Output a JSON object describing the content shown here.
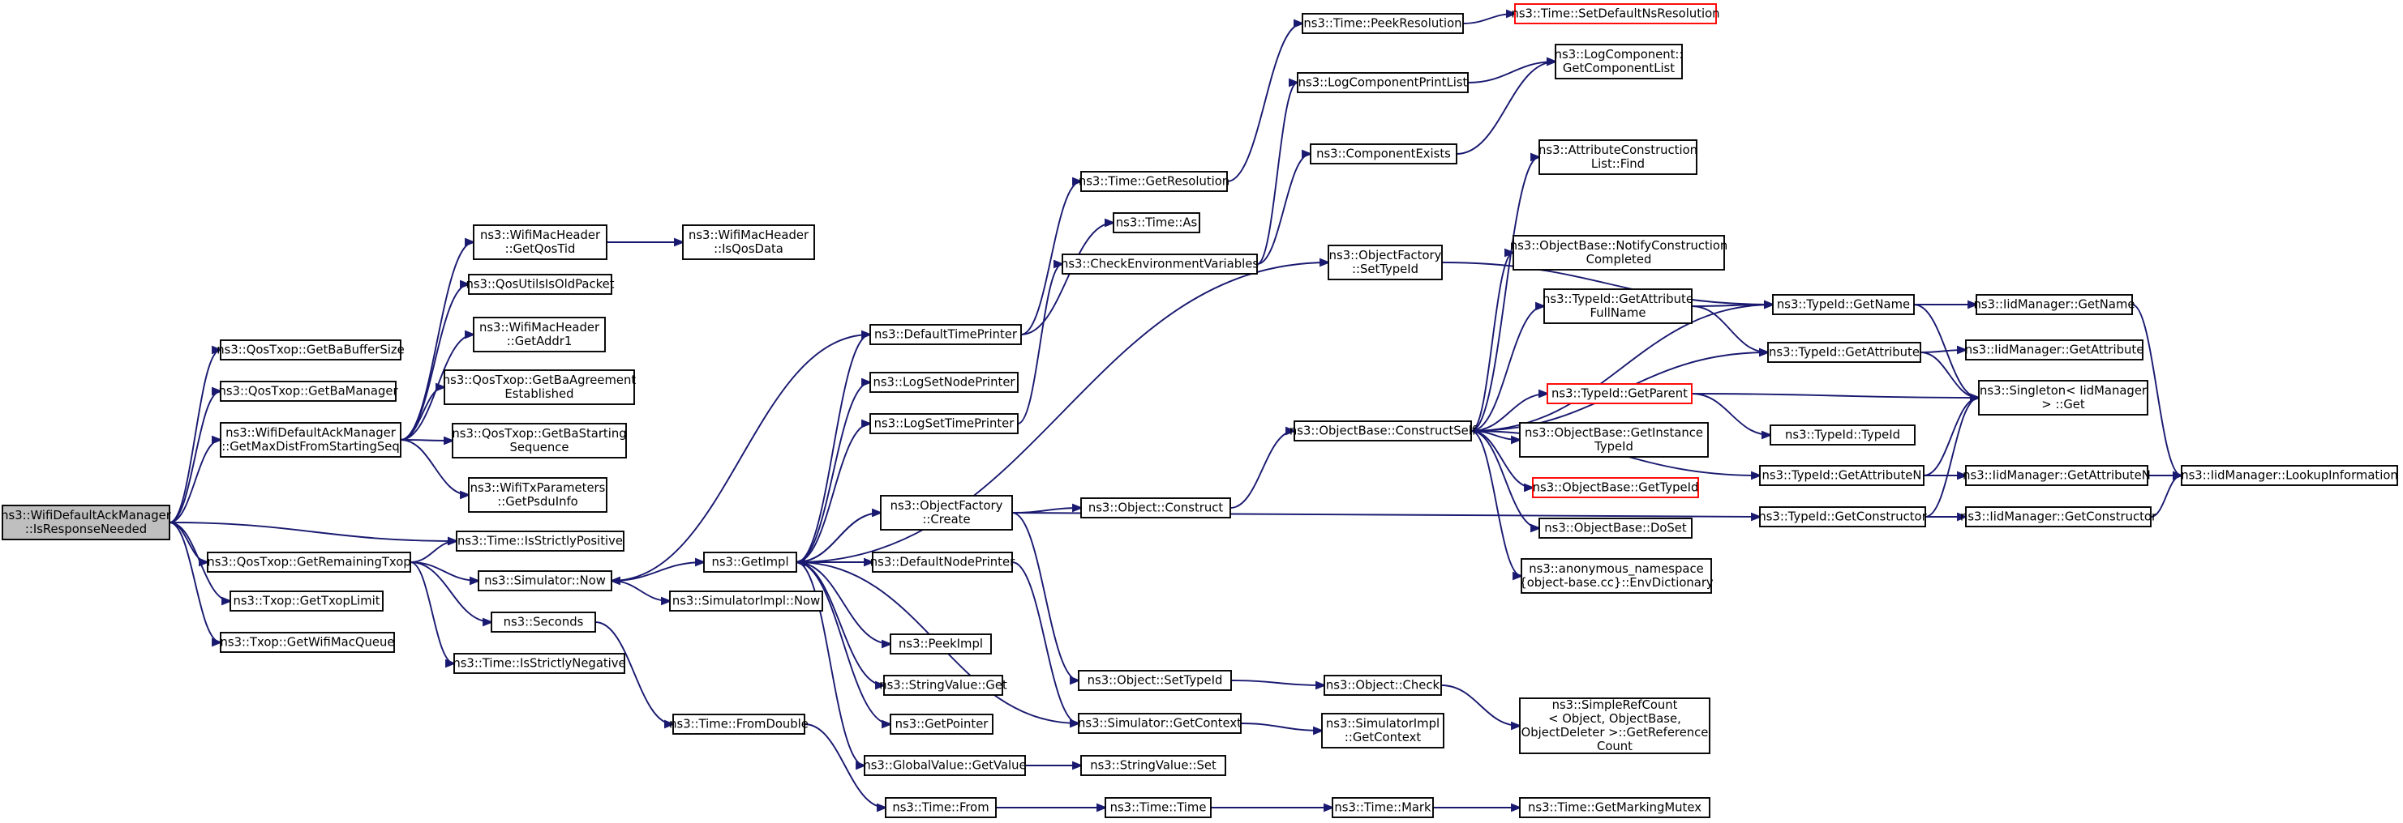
{
  "graph": {
    "nodes": [
      {
        "id": "root",
        "lines": [
          "ns3::WifiDefaultAckManager",
          "::IsResponseNeeded"
        ],
        "root": true
      },
      {
        "id": "getBaBufferSize",
        "lines": [
          "ns3::QosTxop::GetBaBufferSize"
        ]
      },
      {
        "id": "getBaManager",
        "lines": [
          "ns3::QosTxop::GetBaManager"
        ]
      },
      {
        "id": "getMaxDist",
        "lines": [
          "ns3::WifiDefaultAckManager",
          "::GetMaxDistFromStartingSeq"
        ]
      },
      {
        "id": "getRemainingTxop",
        "lines": [
          "ns3::QosTxop::GetRemainingTxop"
        ]
      },
      {
        "id": "getTxopLimit",
        "lines": [
          "ns3::Txop::GetTxopLimit"
        ]
      },
      {
        "id": "getWifiMacQueue",
        "lines": [
          "ns3::Txop::GetWifiMacQueue"
        ]
      },
      {
        "id": "getQosTid",
        "lines": [
          "ns3::WifiMacHeader",
          "::GetQosTid"
        ]
      },
      {
        "id": "isQosData",
        "lines": [
          "ns3::WifiMacHeader",
          "::IsQosData"
        ]
      },
      {
        "id": "qosUtilsIsOldPacket",
        "lines": [
          "ns3::QosUtilsIsOldPacket"
        ]
      },
      {
        "id": "getAddr1",
        "lines": [
          "ns3::WifiMacHeader",
          "::GetAddr1"
        ]
      },
      {
        "id": "getBaAgreementEstablished",
        "lines": [
          "ns3::QosTxop::GetBaAgreement",
          "Established"
        ]
      },
      {
        "id": "getBaStartingSequence",
        "lines": [
          "ns3::QosTxop::GetBaStarting",
          "Sequence"
        ]
      },
      {
        "id": "getPsduInfo",
        "lines": [
          "ns3::WifiTxParameters",
          "::GetPsduInfo"
        ]
      },
      {
        "id": "isStrictlyPositive",
        "lines": [
          "ns3::Time::IsStrictlyPositive"
        ]
      },
      {
        "id": "simulatorNow",
        "lines": [
          "ns3::Simulator::Now"
        ]
      },
      {
        "id": "seconds",
        "lines": [
          "ns3::Seconds"
        ]
      },
      {
        "id": "isStrictlyNegative",
        "lines": [
          "ns3::Time::IsStrictlyNegative"
        ]
      },
      {
        "id": "getImpl",
        "lines": [
          "ns3::GetImpl"
        ]
      },
      {
        "id": "simulatorImplNow",
        "lines": [
          "ns3::SimulatorImpl::Now"
        ]
      },
      {
        "id": "fromDouble",
        "lines": [
          "ns3::Time::FromDouble"
        ]
      },
      {
        "id": "defaultTimePrinter",
        "lines": [
          "ns3::DefaultTimePrinter"
        ]
      },
      {
        "id": "logSetNodePrinter",
        "lines": [
          "ns3::LogSetNodePrinter"
        ]
      },
      {
        "id": "logSetTimePrinter",
        "lines": [
          "ns3::LogSetTimePrinter"
        ]
      },
      {
        "id": "objectFactoryCreate",
        "lines": [
          "ns3::ObjectFactory",
          "::Create"
        ]
      },
      {
        "id": "defaultNodePrinter",
        "lines": [
          "ns3::DefaultNodePrinter"
        ]
      },
      {
        "id": "peekImpl",
        "lines": [
          "ns3::PeekImpl"
        ]
      },
      {
        "id": "stringValueGet",
        "lines": [
          "ns3::StringValue::Get"
        ]
      },
      {
        "id": "getPointer",
        "lines": [
          "ns3::GetPointer"
        ]
      },
      {
        "id": "globalValueGetValue",
        "lines": [
          "ns3::GlobalValue::GetValue"
        ]
      },
      {
        "id": "timeFrom",
        "lines": [
          "ns3::Time::From"
        ]
      },
      {
        "id": "timeGetResolution",
        "lines": [
          "ns3::Time::GetResolution"
        ]
      },
      {
        "id": "timeAs",
        "lines": [
          "ns3::Time::As"
        ]
      },
      {
        "id": "checkEnvVars",
        "lines": [
          "ns3::CheckEnvironmentVariables"
        ]
      },
      {
        "id": "objectConstruct",
        "lines": [
          "ns3::Object::Construct"
        ]
      },
      {
        "id": "objectSetTypeId",
        "lines": [
          "ns3::Object::SetTypeId"
        ]
      },
      {
        "id": "simulatorGetContext",
        "lines": [
          "ns3::Simulator::GetContext"
        ]
      },
      {
        "id": "stringValueSet",
        "lines": [
          "ns3::StringValue::Set"
        ]
      },
      {
        "id": "timeTime",
        "lines": [
          "ns3::Time::Time"
        ]
      },
      {
        "id": "timePeekResolution",
        "lines": [
          "ns3::Time::PeekResolution"
        ]
      },
      {
        "id": "logComponentPrintList",
        "lines": [
          "ns3::LogComponentPrintList"
        ]
      },
      {
        "id": "componentExists",
        "lines": [
          "ns3::ComponentExists"
        ]
      },
      {
        "id": "objectFactorySetTypeId",
        "lines": [
          "ns3::ObjectFactory",
          "::SetTypeId"
        ]
      },
      {
        "id": "constructSelf",
        "lines": [
          "ns3::ObjectBase::ConstructSelf"
        ]
      },
      {
        "id": "objectCheck",
        "lines": [
          "ns3::Object::Check"
        ]
      },
      {
        "id": "simulatorImplGetContext",
        "lines": [
          "ns3::SimulatorImpl",
          "::GetContext"
        ]
      },
      {
        "id": "timeMark",
        "lines": [
          "ns3::Time::Mark"
        ]
      },
      {
        "id": "setDefaultNsResolution",
        "lines": [
          "ns3::Time::SetDefaultNsResolution"
        ],
        "red": true
      },
      {
        "id": "getComponentList",
        "lines": [
          "ns3::LogComponent::",
          "GetComponentList"
        ]
      },
      {
        "id": "attrConstructionListFind",
        "lines": [
          "ns3::AttributeConstruction",
          "List::Find"
        ]
      },
      {
        "id": "notifyConstructionCompleted",
        "lines": [
          "ns3::ObjectBase::NotifyConstruction",
          "Completed"
        ]
      },
      {
        "id": "getAttributeFullName",
        "lines": [
          "ns3::TypeId::GetAttribute",
          "FullName"
        ]
      },
      {
        "id": "typeIdGetParent",
        "lines": [
          "ns3::TypeId::GetParent"
        ],
        "red": true
      },
      {
        "id": "getInstanceTypeId",
        "lines": [
          "ns3::ObjectBase::GetInstance",
          "TypeId"
        ]
      },
      {
        "id": "objectBaseGetTypeId",
        "lines": [
          "ns3::ObjectBase::GetTypeId"
        ],
        "red": true
      },
      {
        "id": "objectBaseDoSet",
        "lines": [
          "ns3::ObjectBase::DoSet"
        ]
      },
      {
        "id": "envDictionary",
        "lines": [
          "ns3::anonymous_namespace",
          "{object-base.cc}::EnvDictionary"
        ]
      },
      {
        "id": "simpleRefCount",
        "lines": [
          "ns3::SimpleRefCount",
          "< Object, ObjectBase,",
          "ObjectDeleter >::GetReference",
          "Count"
        ]
      },
      {
        "id": "getMarkingMutex",
        "lines": [
          "ns3::Time::GetMarkingMutex"
        ]
      },
      {
        "id": "typeIdGetName",
        "lines": [
          "ns3::TypeId::GetName"
        ]
      },
      {
        "id": "typeIdGetAttribute",
        "lines": [
          "ns3::TypeId::GetAttribute"
        ]
      },
      {
        "id": "typeIdTypeId",
        "lines": [
          "ns3::TypeId::TypeId"
        ]
      },
      {
        "id": "typeIdGetAttributeN",
        "lines": [
          "ns3::TypeId::GetAttributeN"
        ]
      },
      {
        "id": "typeIdGetConstructor",
        "lines": [
          "ns3::TypeId::GetConstructor"
        ]
      },
      {
        "id": "iidGetName",
        "lines": [
          "ns3::IidManager::GetName"
        ]
      },
      {
        "id": "iidGetAttribute",
        "lines": [
          "ns3::IidManager::GetAttribute"
        ]
      },
      {
        "id": "singletonGet",
        "lines": [
          "ns3::Singleton< IidManager",
          "> ::Get"
        ]
      },
      {
        "id": "iidGetAttributeN",
        "lines": [
          "ns3::IidManager::GetAttributeN"
        ]
      },
      {
        "id": "iidGetConstructor",
        "lines": [
          "ns3::IidManager::GetConstructor"
        ]
      },
      {
        "id": "iidLookupInformation",
        "lines": [
          "ns3::IidManager::LookupInformation"
        ]
      }
    ],
    "edges": [
      [
        "root",
        "getBaBufferSize"
      ],
      [
        "root",
        "getBaManager"
      ],
      [
        "root",
        "getMaxDist"
      ],
      [
        "root",
        "isStrictlyPositive"
      ],
      [
        "root",
        "getRemainingTxop"
      ],
      [
        "root",
        "getTxopLimit"
      ],
      [
        "root",
        "getWifiMacQueue"
      ],
      [
        "getMaxDist",
        "getQosTid"
      ],
      [
        "getMaxDist",
        "qosUtilsIsOldPacket"
      ],
      [
        "getMaxDist",
        "getAddr1"
      ],
      [
        "getMaxDist",
        "getBaAgreementEstablished"
      ],
      [
        "getMaxDist",
        "getBaStartingSequence"
      ],
      [
        "getMaxDist",
        "getPsduInfo"
      ],
      [
        "getQosTid",
        "isQosData"
      ],
      [
        "getRemainingTxop",
        "isStrictlyPositive"
      ],
      [
        "getRemainingTxop",
        "simulatorNow"
      ],
      [
        "getRemainingTxop",
        "seconds"
      ],
      [
        "getRemainingTxop",
        "isStrictlyNegative"
      ],
      [
        "simulatorNow",
        "getImpl"
      ],
      [
        "simulatorNow",
        "simulatorImplNow"
      ],
      [
        "seconds",
        "fromDouble"
      ],
      [
        "fromDouble",
        "timeFrom"
      ],
      [
        "getImpl",
        "defaultTimePrinter"
      ],
      [
        "getImpl",
        "logSetNodePrinter"
      ],
      [
        "getImpl",
        "logSetTimePrinter"
      ],
      [
        "getImpl",
        "objectFactoryCreate"
      ],
      [
        "getImpl",
        "defaultNodePrinter"
      ],
      [
        "getImpl",
        "peekImpl"
      ],
      [
        "getImpl",
        "stringValueGet"
      ],
      [
        "getImpl",
        "getPointer"
      ],
      [
        "getImpl",
        "globalValueGetValue"
      ],
      [
        "getImpl",
        "objectFactorySetTypeId"
      ],
      [
        "getImpl",
        "simulatorGetContext"
      ],
      [
        "defaultTimePrinter",
        "simulatorNow"
      ],
      [
        "defaultTimePrinter",
        "timeGetResolution"
      ],
      [
        "defaultTimePrinter",
        "timeAs"
      ],
      [
        "logSetTimePrinter",
        "checkEnvVars"
      ],
      [
        "objectFactoryCreate",
        "objectConstruct"
      ],
      [
        "objectFactoryCreate",
        "objectSetTypeId"
      ],
      [
        "objectFactoryCreate",
        "typeIdGetConstructor"
      ],
      [
        "objectFactoryCreate",
        "getImpl"
      ],
      [
        "defaultNodePrinter",
        "simulatorGetContext"
      ],
      [
        "globalValueGetValue",
        "stringValueSet"
      ],
      [
        "timeFrom",
        "timeTime"
      ],
      [
        "timeTime",
        "timeMark"
      ],
      [
        "timeMark",
        "getMarkingMutex"
      ],
      [
        "timeGetResolution",
        "timePeekResolution"
      ],
      [
        "timePeekResolution",
        "setDefaultNsResolution"
      ],
      [
        "checkEnvVars",
        "logComponentPrintList"
      ],
      [
        "checkEnvVars",
        "componentExists"
      ],
      [
        "logComponentPrintList",
        "getComponentList"
      ],
      [
        "componentExists",
        "getComponentList"
      ],
      [
        "objectConstruct",
        "constructSelf"
      ],
      [
        "objectSetTypeId",
        "objectCheck"
      ],
      [
        "objectCheck",
        "simpleRefCount"
      ],
      [
        "simulatorGetContext",
        "simulatorImplGetContext"
      ],
      [
        "objectFactorySetTypeId",
        "typeIdGetName"
      ],
      [
        "constructSelf",
        "attrConstructionListFind"
      ],
      [
        "constructSelf",
        "notifyConstructionCompleted"
      ],
      [
        "constructSelf",
        "getAttributeFullName"
      ],
      [
        "constructSelf",
        "typeIdGetName"
      ],
      [
        "constructSelf",
        "typeIdGetAttribute"
      ],
      [
        "constructSelf",
        "typeIdGetParent"
      ],
      [
        "constructSelf",
        "getInstanceTypeId"
      ],
      [
        "constructSelf",
        "objectBaseGetTypeId"
      ],
      [
        "constructSelf",
        "objectBaseDoSet"
      ],
      [
        "constructSelf",
        "envDictionary"
      ],
      [
        "constructSelf",
        "typeIdGetAttributeN"
      ],
      [
        "getAttributeFullName",
        "typeIdGetName"
      ],
      [
        "getAttributeFullName",
        "typeIdGetAttribute"
      ],
      [
        "typeIdGetParent",
        "typeIdTypeId"
      ],
      [
        "typeIdGetParent",
        "singletonGet"
      ],
      [
        "typeIdGetName",
        "iidGetName"
      ],
      [
        "typeIdGetName",
        "singletonGet"
      ],
      [
        "typeIdGetAttribute",
        "iidGetAttribute"
      ],
      [
        "typeIdGetAttribute",
        "singletonGet"
      ],
      [
        "typeIdGetAttributeN",
        "iidGetAttributeN"
      ],
      [
        "typeIdGetAttributeN",
        "singletonGet"
      ],
      [
        "typeIdGetConstructor",
        "iidGetConstructor"
      ],
      [
        "typeIdGetConstructor",
        "singletonGet"
      ],
      [
        "iidGetName",
        "iidLookupInformation"
      ],
      [
        "iidGetAttributeN",
        "iidLookupInformation"
      ],
      [
        "iidGetConstructor",
        "iidLookupInformation"
      ]
    ]
  }
}
